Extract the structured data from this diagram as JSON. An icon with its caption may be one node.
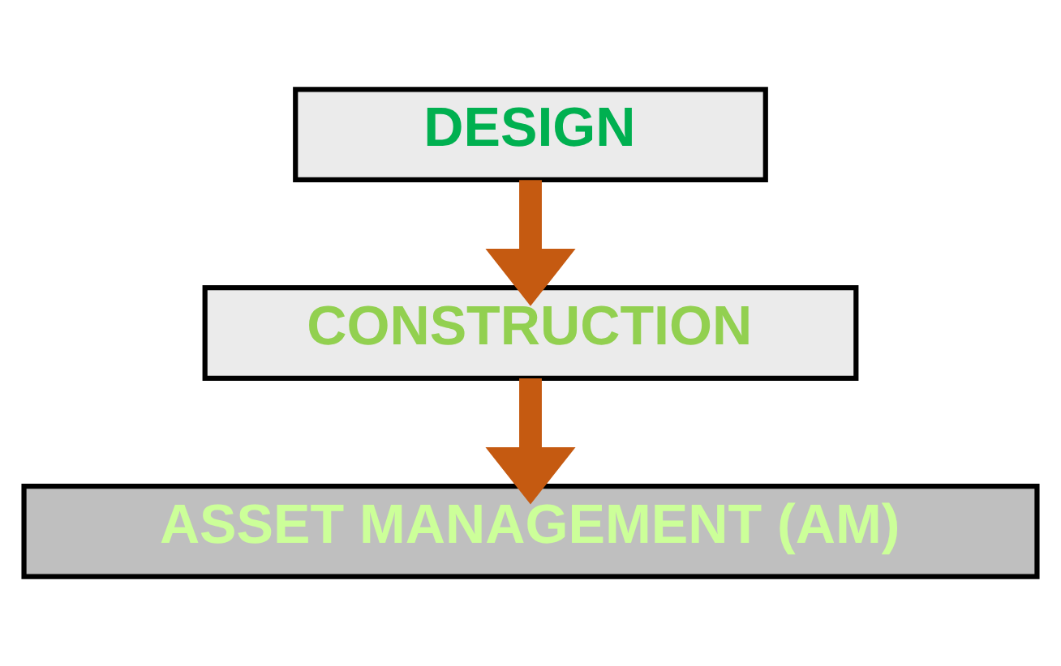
{
  "diagram": {
    "nodes": [
      {
        "text": [
          "DESIGN"
        ]
      },
      {
        "text": [
          "CONSTRUCTION"
        ]
      },
      {
        "text": [
          "ASSET MANAGEMENT (AM)"
        ]
      }
    ],
    "edges": [
      {
        "from": 0,
        "to": 1,
        "arrow": "to"
      },
      {
        "from": 1,
        "to": 2,
        "arrow": "to"
      }
    ]
  }
}
